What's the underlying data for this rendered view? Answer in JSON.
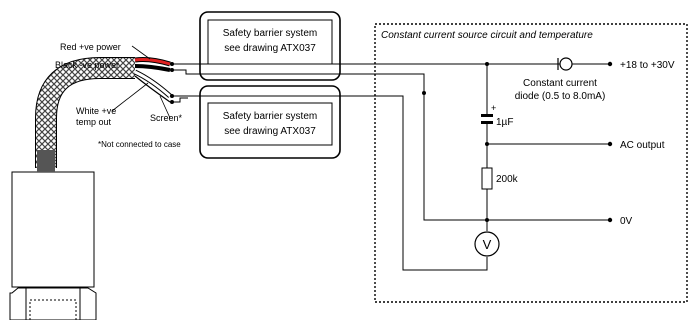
{
  "labels": {
    "red_wire": "Red +ve power",
    "black_wire": "Black -ve power",
    "white_wire_1": "White +ve",
    "white_wire_2": "temp out",
    "screen": "Screen*",
    "footnote": "*Not connected to case"
  },
  "barriers": [
    {
      "line1": "Safety barrier system",
      "line2": "see drawing ATX037"
    },
    {
      "line1": "Safety barrier system",
      "line2": "see drawing ATX037"
    }
  ],
  "circuit": {
    "title": "Constant current source circuit and temperature",
    "diode_label_1": "Constant current",
    "diode_label_2": "diode (0.5 to 8.0mA)",
    "capacitor_plus": "+",
    "capacitor_value": "1µF",
    "resistor_value": "200k",
    "voltmeter": "V"
  },
  "terminals": {
    "supply": "+18 to +30V",
    "ac_output": "AC output",
    "zero_volt": "0V"
  }
}
